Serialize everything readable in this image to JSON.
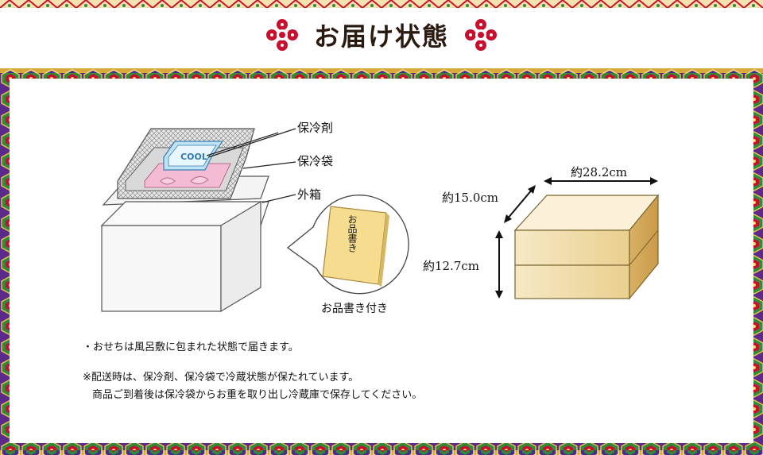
{
  "header": {
    "title": "お届け状態",
    "ornament_icon": "flower-crest-icon",
    "accent": "#c8102e"
  },
  "box_diagram": {
    "cool_pack_text": "COOL",
    "label_ice_pack": "保冷剤",
    "label_cool_bag": "保冷袋",
    "label_outer_box": "外箱",
    "menu_card_text": "お品書き",
    "menu_card_caption": "お品書き付き"
  },
  "dimensions": {
    "width_label": "約28.2cm",
    "depth_label": "約15.0cm",
    "height_label": "約12.7cm"
  },
  "notes": {
    "line1": "・おせちは風呂敷に包まれた状態で届きます。",
    "line2": "※配送時は、保冷剤、保冷袋で冷蔵状態が保たれています。",
    "line3": "商品ご到着後は保冷袋からお重を取り出し冷蔵庫で保存してください。"
  }
}
